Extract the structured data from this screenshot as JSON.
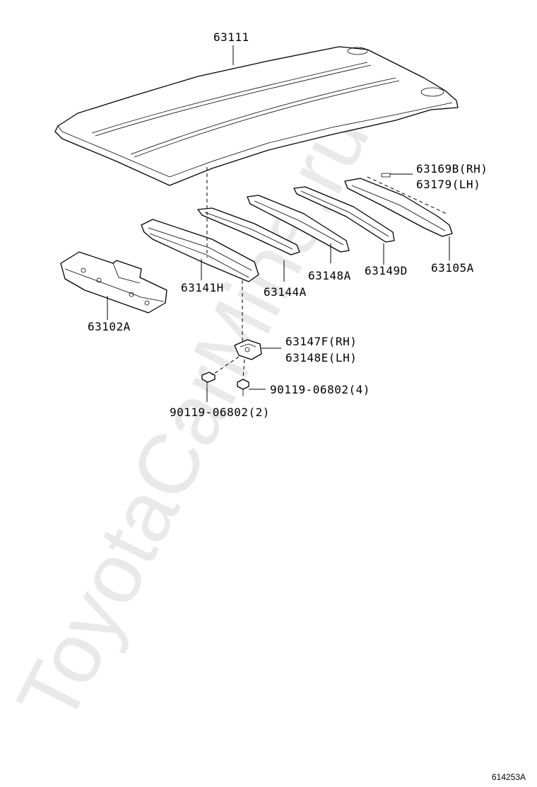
{
  "watermark": "ToyotaCarMine.ru",
  "diagram_ref": "614253A",
  "parts": {
    "roof_panel": "63111",
    "rail_rear_rh": "63169B(RH)",
    "rail_rear_lh": "63179(LH)",
    "reinforcement_front": "63141H",
    "bow_1": "63144A",
    "bow_2": "63148A",
    "bow_3": "63149D",
    "rail_rear": "63105A",
    "header_front": "63102A",
    "bracket_rh": "63147F(RH)",
    "bracket_lh": "63148E(LH)",
    "bolt_a": "90119-06802(4)",
    "bolt_b": "90119-06802(2)"
  }
}
